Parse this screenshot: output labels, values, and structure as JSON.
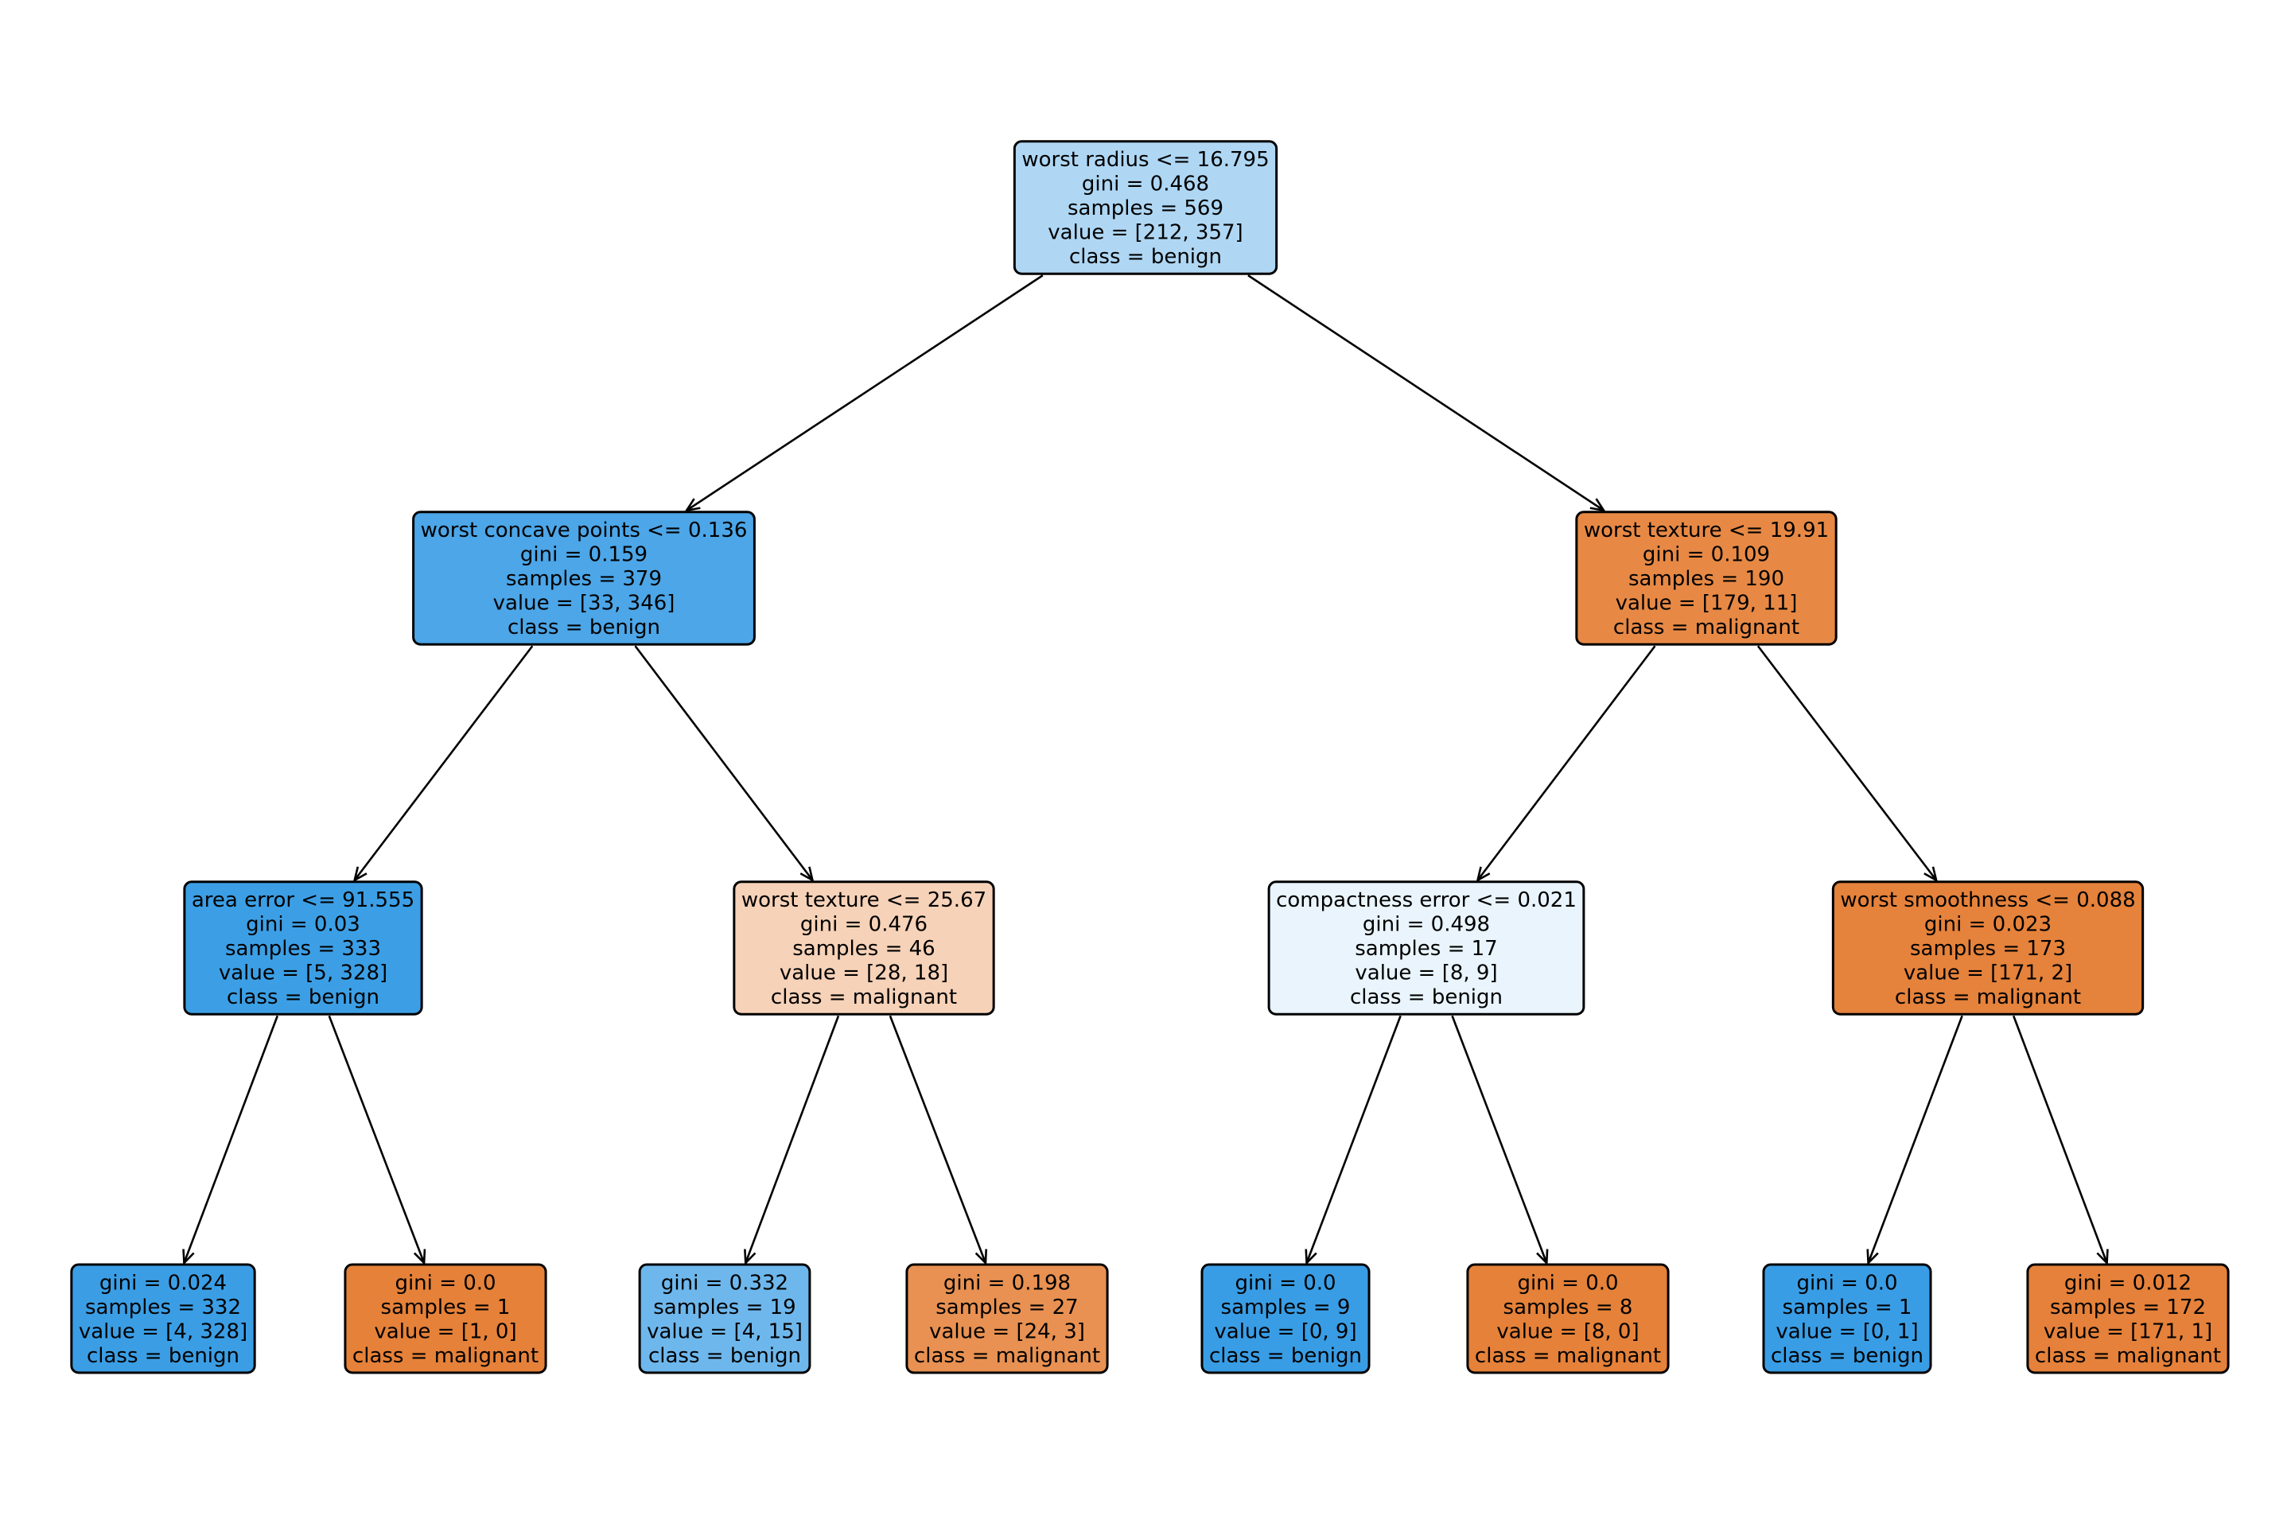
{
  "chart_data": {
    "type": "decision-tree",
    "title": "",
    "class_names": [
      "malignant",
      "benign"
    ],
    "class_colors": {
      "malignant": "#e58139",
      "benign": "#399de5"
    },
    "nodes": [
      {
        "id": "root",
        "parent": null,
        "lines": [
          "worst radius <= 16.795",
          "gini = 0.468",
          "samples = 569",
          "value = [212, 357]",
          "class = benign"
        ],
        "feature": "worst radius",
        "threshold": 16.795,
        "gini": 0.468,
        "samples": 569,
        "value": [
          212,
          357
        ],
        "class": "benign",
        "fill": "#afd7f4"
      },
      {
        "id": "n1",
        "parent": "root",
        "lines": [
          "worst concave points <= 0.136",
          "gini = 0.159",
          "samples = 379",
          "value = [33, 346]",
          "class = benign"
        ],
        "feature": "worst concave points",
        "threshold": 0.136,
        "gini": 0.159,
        "samples": 379,
        "value": [
          33,
          346
        ],
        "class": "benign",
        "fill": "#4ca6e8"
      },
      {
        "id": "n2",
        "parent": "root",
        "lines": [
          "worst texture <= 19.91",
          "gini = 0.109",
          "samples = 190",
          "value = [179, 11]",
          "class = malignant"
        ],
        "feature": "worst texture",
        "threshold": 19.91,
        "gini": 0.109,
        "samples": 190,
        "value": [
          179,
          11
        ],
        "class": "malignant",
        "fill": "#e78945"
      },
      {
        "id": "n3",
        "parent": "n1",
        "lines": [
          "area error <= 91.555",
          "gini = 0.03",
          "samples = 333",
          "value = [5, 328]",
          "class = benign"
        ],
        "feature": "area error",
        "threshold": 91.555,
        "gini": 0.03,
        "samples": 333,
        "value": [
          5,
          328
        ],
        "class": "benign",
        "fill": "#3c9fe5"
      },
      {
        "id": "n4",
        "parent": "n1",
        "lines": [
          "worst texture <= 25.67",
          "gini = 0.476",
          "samples = 46",
          "value = [28, 18]",
          "class = malignant"
        ],
        "feature": "worst texture",
        "threshold": 25.67,
        "gini": 0.476,
        "samples": 46,
        "value": [
          28,
          18
        ],
        "class": "malignant",
        "fill": "#f6d2b8"
      },
      {
        "id": "n5",
        "parent": "n2",
        "lines": [
          "compactness error <= 0.021",
          "gini = 0.498",
          "samples = 17",
          "value = [8, 9]",
          "class = benign"
        ],
        "feature": "compactness error",
        "threshold": 0.021,
        "gini": 0.498,
        "samples": 17,
        "value": [
          8,
          9
        ],
        "class": "benign",
        "fill": "#e9f4fc"
      },
      {
        "id": "n6",
        "parent": "n2",
        "lines": [
          "worst smoothness <= 0.088",
          "gini = 0.023",
          "samples = 173",
          "value = [171, 2]",
          "class = malignant"
        ],
        "feature": "worst smoothness",
        "threshold": 0.088,
        "gini": 0.023,
        "samples": 173,
        "value": [
          171,
          2
        ],
        "class": "malignant",
        "fill": "#e5823b"
      },
      {
        "id": "l1",
        "parent": "n3",
        "lines": [
          "gini = 0.024",
          "samples = 332",
          "value = [4, 328]",
          "class = benign"
        ],
        "gini": 0.024,
        "samples": 332,
        "value": [
          4,
          328
        ],
        "class": "benign",
        "fill": "#3b9ee5"
      },
      {
        "id": "l2",
        "parent": "n3",
        "lines": [
          "gini = 0.0",
          "samples = 1",
          "value = [1, 0]",
          "class = malignant"
        ],
        "gini": 0.0,
        "samples": 1,
        "value": [
          1,
          0
        ],
        "class": "malignant",
        "fill": "#e58139"
      },
      {
        "id": "l3",
        "parent": "n4",
        "lines": [
          "gini = 0.332",
          "samples = 19",
          "value = [4, 15]",
          "class = benign"
        ],
        "gini": 0.332,
        "samples": 19,
        "value": [
          4,
          15
        ],
        "class": "benign",
        "fill": "#6eb7ec"
      },
      {
        "id": "l4",
        "parent": "n4",
        "lines": [
          "gini = 0.198",
          "samples = 27",
          "value = [24, 3]",
          "class = malignant"
        ],
        "gini": 0.198,
        "samples": 27,
        "value": [
          24,
          3
        ],
        "class": "malignant",
        "fill": "#e89152"
      },
      {
        "id": "l5",
        "parent": "n5",
        "lines": [
          "gini = 0.0",
          "samples = 9",
          "value = [0, 9]",
          "class = benign"
        ],
        "gini": 0.0,
        "samples": 9,
        "value": [
          0,
          9
        ],
        "class": "benign",
        "fill": "#399de5"
      },
      {
        "id": "l6",
        "parent": "n5",
        "lines": [
          "gini = 0.0",
          "samples = 8",
          "value = [8, 0]",
          "class = malignant"
        ],
        "gini": 0.0,
        "samples": 8,
        "value": [
          8,
          0
        ],
        "class": "malignant",
        "fill": "#e58139"
      },
      {
        "id": "l7",
        "parent": "n6",
        "lines": [
          "gini = 0.0",
          "samples = 1",
          "value = [0, 1]",
          "class = benign"
        ],
        "gini": 0.0,
        "samples": 1,
        "value": [
          0,
          1
        ],
        "class": "benign",
        "fill": "#399de5"
      },
      {
        "id": "l8",
        "parent": "n6",
        "lines": [
          "gini = 0.012",
          "samples = 172",
          "value = [171, 1]",
          "class = malignant"
        ],
        "gini": 0.012,
        "samples": 172,
        "value": [
          171,
          1
        ],
        "class": "malignant",
        "fill": "#e5813a"
      }
    ]
  }
}
